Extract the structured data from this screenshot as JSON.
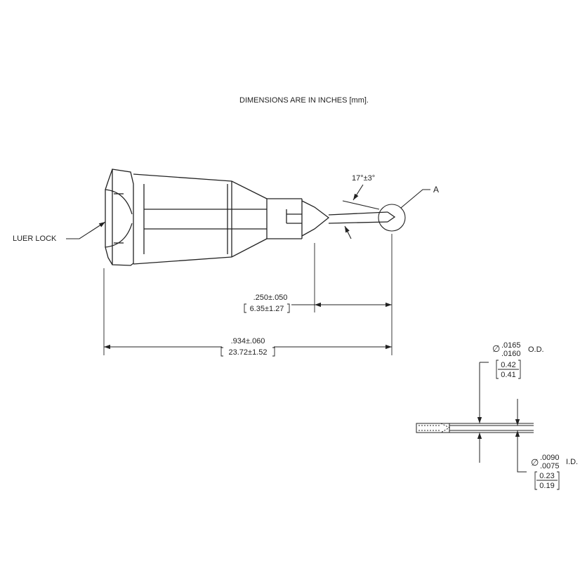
{
  "header_note": "DIMENSIONS ARE IN INCHES [mm].",
  "callouts": {
    "luer_lock": "LUER LOCK",
    "detail_a": "A",
    "angle": "17°±3°"
  },
  "dimensions": {
    "tip_length_in": ".250±.050",
    "tip_length_mm": "6.35±1.27",
    "overall_length_in": ".934±.060",
    "overall_length_mm": "23.72±1.52",
    "od_upper_in": ".0165",
    "od_lower_in": ".0160",
    "od_label": "O.D.",
    "od_upper_mm": "0.42",
    "od_lower_mm": "0.41",
    "id_upper_in": ".0090",
    "id_lower_in": ".0075",
    "id_label": "I.D.",
    "id_upper_mm": "0.23",
    "id_lower_mm": "0.19",
    "diameter_symbol": "∅"
  }
}
